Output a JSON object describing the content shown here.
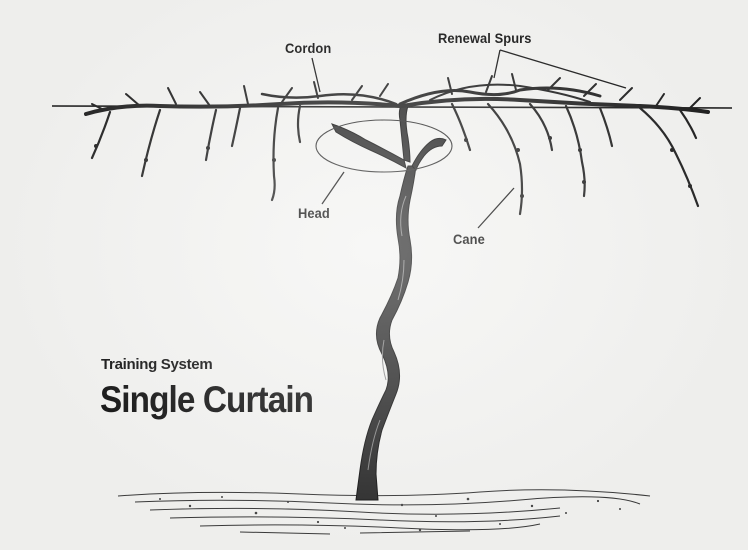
{
  "labels": {
    "cordon": "Cordon",
    "renewal_spurs": "Renewal Spurs",
    "head": "Head",
    "cane": "Cane"
  },
  "heading": {
    "subtitle": "Training System",
    "title": "Single Curtain"
  },
  "colors": {
    "ink": "#141414",
    "paper": "#f3f3f1",
    "bark": "#2a2a2a"
  }
}
